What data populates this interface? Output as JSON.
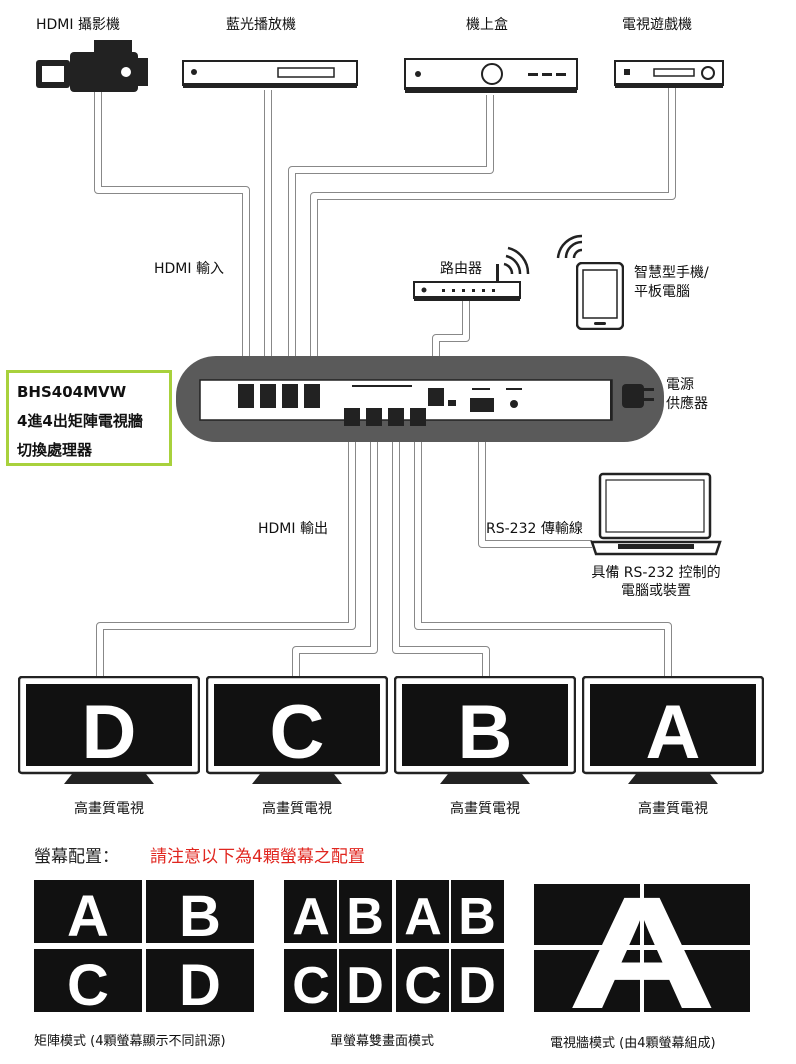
{
  "sources": {
    "camera": "HDMI 攝影機",
    "bluray": "藍光播放機",
    "settopbox": "機上盒",
    "gameconsole": "電視遊戲機"
  },
  "labels": {
    "hdmi_in": "HDMI 輸入",
    "hdmi_out": "HDMI 輸出",
    "router": "路由器",
    "smart_device_line1": "智慧型手機/",
    "smart_device_line2": "平板電腦",
    "power_line1": "電源",
    "power_line2": "供應器",
    "rs232_cable": "RS-232 傳輸線",
    "rs232_pc_line1": "具備 RS-232 控制的",
    "rs232_pc_line2": "電腦或裝置"
  },
  "model": {
    "code": "BHS404MVW",
    "line1": "4進4出矩陣電視牆",
    "line2": "切換處理器"
  },
  "displays": [
    {
      "letter": "D",
      "label": "高畫質電視"
    },
    {
      "letter": "C",
      "label": "高畫質電視"
    },
    {
      "letter": "B",
      "label": "高畫質電視"
    },
    {
      "letter": "A",
      "label": "高畫質電視"
    }
  ],
  "config": {
    "title": "螢幕配置：",
    "note": "請注意以下為4顆螢幕之配置",
    "matrix_caption": "矩陣模式 (4顆螢幕顯示不同訊源)",
    "dual_caption": "單螢幕雙畫面模式",
    "wall_caption": "電視牆模式 (由4顆螢幕組成)",
    "matrix_letters": [
      "A",
      "B",
      "C",
      "D"
    ],
    "dual_letters": [
      "A",
      "B",
      "A",
      "B",
      "C",
      "D",
      "C",
      "D"
    ],
    "wall_letter": "A"
  }
}
